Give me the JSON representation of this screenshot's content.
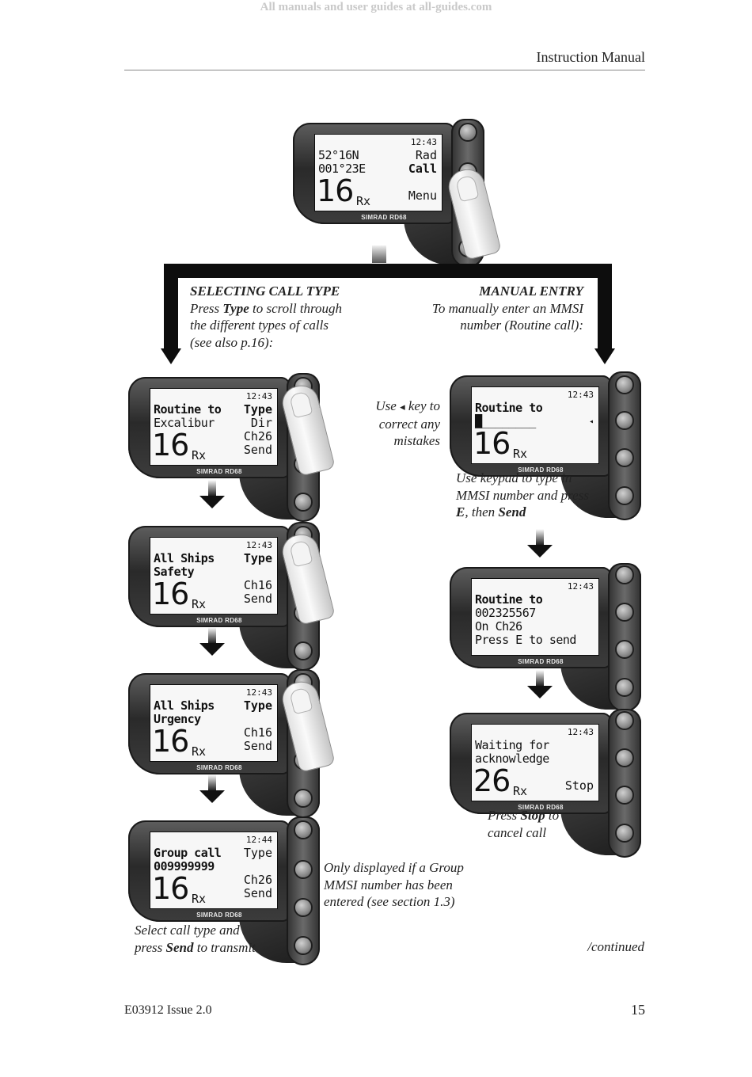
{
  "watermark": "All manuals and user guides at all-guides.com",
  "header": {
    "title": "Instruction Manual"
  },
  "footer": {
    "doc_id": "E03912  Issue 2.0",
    "page_number": "15"
  },
  "brand": "SIMRAD RD68",
  "top_device": {
    "time": "12:43",
    "line1": "52°16N",
    "line2": "001°23E",
    "channel": "16",
    "rx": "Rx",
    "soft1": "Rad",
    "soft2": "Call",
    "soft3": "Menu"
  },
  "left_branch": {
    "heading": "SELECTING CALL TYPE",
    "text_pre": "Press ",
    "text_bold": "Type",
    "text_post": " to scroll through",
    "text_line2": "the different types of calls",
    "text_line3": "(see also p.16):"
  },
  "right_branch": {
    "heading": "MANUAL ENTRY",
    "text_line1": "To manually enter an MMSI",
    "text_line2": "number (Routine call):"
  },
  "left_devices": [
    {
      "time": "12:43",
      "line1": "Routine to",
      "line2": "Excalibur",
      "channel": "16",
      "rx": "Rx",
      "soft1": "Type",
      "soft2": "Dir",
      "soft3": "Ch26",
      "soft4": "Send"
    },
    {
      "time": "12:43",
      "line1": "All Ships",
      "line2": "Safety",
      "channel": "16",
      "rx": "Rx",
      "soft1": "Type",
      "soft2": "",
      "soft3": "Ch16",
      "soft4": "Send"
    },
    {
      "time": "12:43",
      "line1": "All Ships",
      "line2": "Urgency",
      "channel": "16",
      "rx": "Rx",
      "soft1": "Type",
      "soft2": "",
      "soft3": "Ch16",
      "soft4": "Send"
    },
    {
      "time": "12:44",
      "line1": "Group call",
      "line2": "009999999",
      "channel": "16",
      "rx": "Rx",
      "soft1": "Type",
      "soft2": "",
      "soft3": "Ch26",
      "soft4": "Send"
    }
  ],
  "right_devices": [
    {
      "time": "12:43",
      "line1": "Routine to",
      "line2": "█________",
      "channel": "16",
      "rx": "Rx",
      "marker": "◂"
    },
    {
      "time": "12:43",
      "line1": "Routine to",
      "line2": "002325567",
      "line3": "On Ch26",
      "line4": "Press E to send"
    },
    {
      "time": "12:43",
      "line1": "Waiting for",
      "line2": "acknowledge",
      "channel": "26",
      "rx": "Rx",
      "soft4": "Stop"
    }
  ],
  "captions": {
    "use_key_1": "Use ",
    "use_key_arrow": "◂",
    "use_key_2": " key to",
    "use_key_3": "correct any",
    "use_key_4": "mistakes",
    "keypad_1": "Use keypad to type in",
    "keypad_2": "MMSI number and press",
    "keypad_3a": "E",
    "keypad_3b": ", then ",
    "keypad_3c": "Send",
    "stop_1a": "Press ",
    "stop_1b": "Stop",
    "stop_1c": " to",
    "stop_2": "cancel call",
    "group_1": "Only displayed if a Group",
    "group_2": "MMSI number has been",
    "group_3": "entered (see section 1.3)",
    "select_1": "Select call type and",
    "select_2a": "press ",
    "select_2b": "Send",
    "select_2c": " to transmit",
    "continued": "/continued"
  }
}
